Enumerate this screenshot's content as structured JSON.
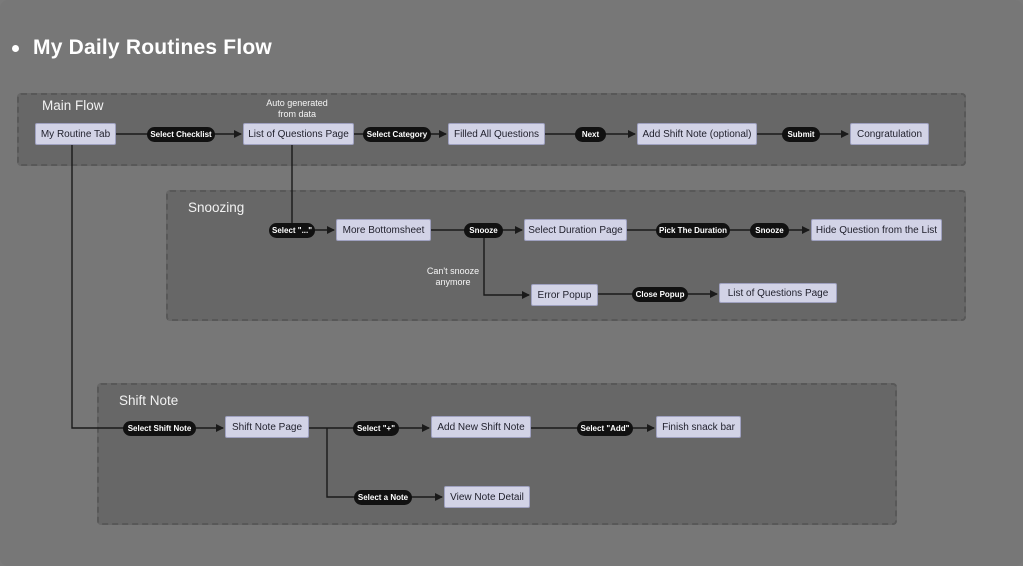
{
  "title": "My Daily Routines Flow",
  "groups": {
    "main": "Main Flow",
    "snoozing": "Snoozing",
    "shift_note": "Shift Note"
  },
  "nodes": {
    "my_routine_tab": "My Routine Tab",
    "list_questions": "List of Questions Page",
    "filled_all": "Filled All Questions",
    "add_shift_note_optional": "Add Shift Note (optional)",
    "congratulation": "Congratulation",
    "more_bottomsheet": "More Bottomsheet",
    "select_duration": "Select Duration Page",
    "hide_question": "Hide Question from the List",
    "error_popup": "Error Popup",
    "list_questions_2": "List of Questions Page",
    "shift_note_page": "Shift Note Page",
    "add_new_shift_note": "Add New Shift Note",
    "finish_snack_bar": "Finish snack bar",
    "view_note_detail": "View Note Detail"
  },
  "edges": {
    "select_checklist": "Select Checklist",
    "select_category": "Select Category",
    "next": "Next",
    "submit": "Submit",
    "select_dots": "Select \"...\"",
    "snooze": "Snooze",
    "pick_duration": "Pick The Duration",
    "snooze_2": "Snooze",
    "close_popup": "Close Popup",
    "select_shift_note": "Select Shift Note",
    "select_plus": "Select \"+\"",
    "select_add": "Select \"Add\"",
    "select_a_note": "Select a Note"
  },
  "notes": {
    "auto_generated_line1": "Auto generated",
    "auto_generated_line2": "from data",
    "cant_snooze_line1": "Can't snooze",
    "cant_snooze_line2": "anymore"
  },
  "colors": {
    "background": "#777777",
    "node_fill": "#d2d3e6",
    "pill_fill": "#111111",
    "line": "#1a1a1a"
  }
}
